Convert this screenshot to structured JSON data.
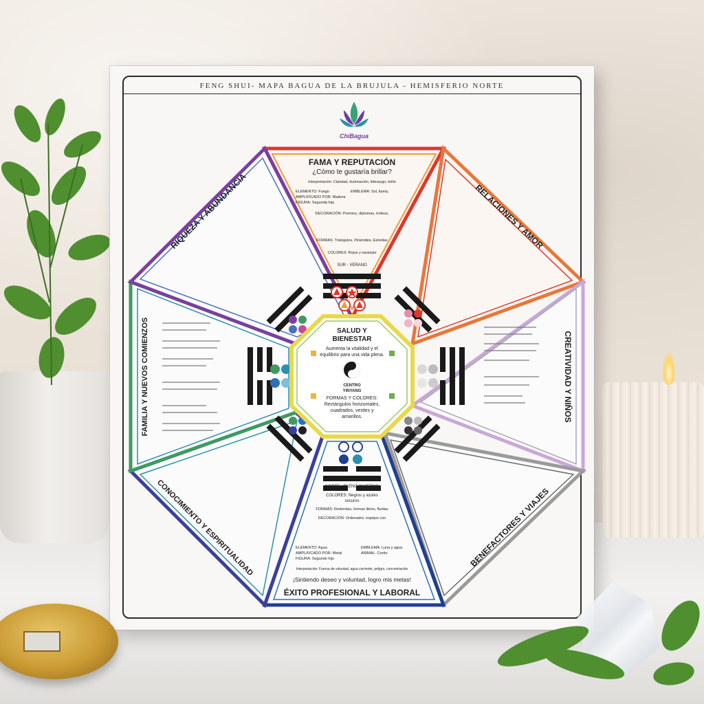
{
  "poster": {
    "title": "FENG SHUI- MAPA BAGUA DE LA BRUJULA - HEMISFERIO NORTE",
    "logo_text": "ChiBagua"
  },
  "center": {
    "title_line1": "SALUD Y",
    "title_line2": "BIENESTAR",
    "subtitle_line1": "Aumenta la vitalidad y el",
    "subtitle_line2": "equilibrio para una vida plena.",
    "label": "CENTRO",
    "label2": "YINYANG",
    "forms_title": "FORMAS Y COLORES:",
    "forms_line1": "Rectángulos horizontales,",
    "forms_line2": "cuadrados, verdes y",
    "forms_line3": "amarillos."
  },
  "sectors": {
    "fama": {
      "title": "FAMA Y REPUTACIÓN",
      "question": "¿Cómo te gustaría brillar?",
      "interp": "Interpretación: Claridad, iluminación, liderazgo, brillo",
      "element": "ELEMENTO: Fuego",
      "emblem": "EMBLEMA: Sol, llama,",
      "amplified": "AMPLIFICADO POR: Madera",
      "figure": "FIGURA: Segunda hija",
      "decoration": "DECORACIÓN: Premios, diplomas, trofeos,",
      "forms": "FORMAS: Triángulos, Pirámides, Estrellas",
      "colors": "COLORES: Rojos y naranjas",
      "direction": "SUR - VERANO"
    },
    "exito": {
      "title": "ÉXITO PROFESIONAL Y LABORAL",
      "motto": "¡Sintiendo deseo y voluntad, logro mis metas!",
      "interp": "Interpretación: Fuerza de voluntad, agua corriente, peligro, concentración",
      "element": "ELEMENTO: Agua",
      "emblem": "EMBLEMA: Luna y agua",
      "amplified": "AMPLIFICADO POR: Metal",
      "animal": "ANIMAL: Cerdo",
      "figure": "FIGURA: Segundo hijo",
      "decoration": "DECORACIÓN: Ordenador, espejos con",
      "forms": "FORMAS: Redondas, formas libres, fluidas",
      "colors": "COLORES: Negros y azules",
      "colors2": "oscuros",
      "direction": "NORTE - PLENO INVIERNO"
    },
    "relaciones": {
      "title": "RELACIONES Y AMOR"
    },
    "riqueza": {
      "title": "RIQUEZA Y ABUNDANCIA"
    },
    "familia": {
      "title": "FAMILIA Y NUEVOS COMIENZOS"
    },
    "creatividad": {
      "title": "CREATIVIDAD Y NIÑOS"
    },
    "conocimiento": {
      "title": "CONOCIMIENTO Y ESPIRITUALIDAD"
    },
    "benefactores": {
      "title": "BENEFACTORES Y VIAJES"
    }
  },
  "colors": {
    "fama": "#e0362c",
    "relaciones": "#e8773a",
    "creatividad": "#c9c9d6",
    "benefactores": "#9a9a9a",
    "exito": "#1f3f8f",
    "conocimiento": "#3a3f9e",
    "familia": "#3f9a62",
    "riqueza": "#7a3fa0",
    "center": "#e9d84a"
  }
}
